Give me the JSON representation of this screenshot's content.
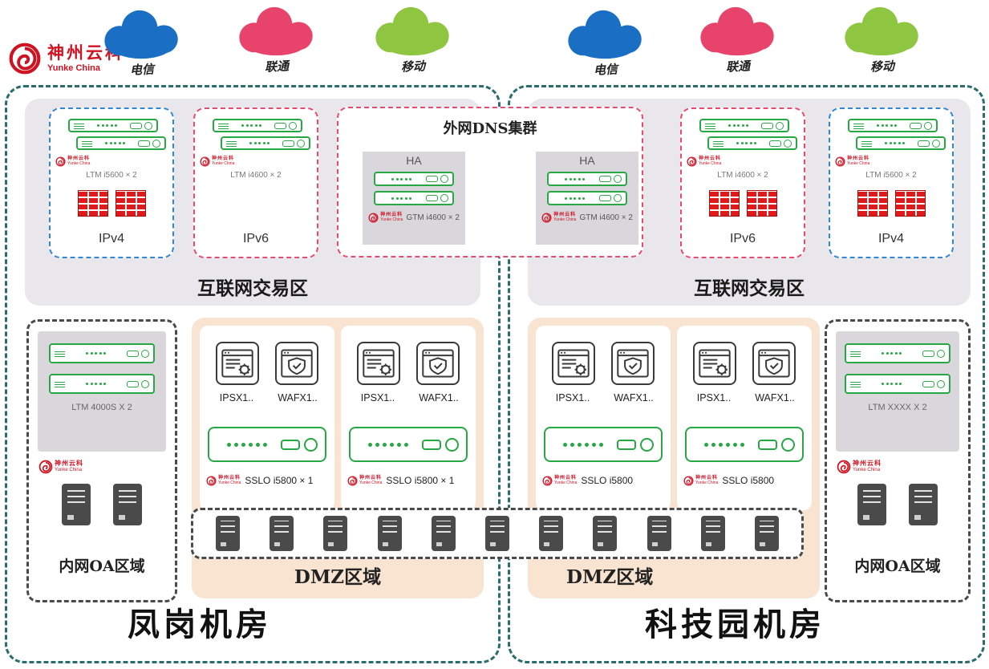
{
  "brand": {
    "name": "神州云科",
    "subtitle": "Yunke China"
  },
  "clouds": [
    {
      "label": "电信",
      "color": "#1a6fc4"
    },
    {
      "label": "联通",
      "color": "#e8436b"
    },
    {
      "label": "移动",
      "color": "#8fc641"
    },
    {
      "label": "电信",
      "color": "#1a6fc4"
    },
    {
      "label": "联通",
      "color": "#e8436b"
    },
    {
      "label": "移动",
      "color": "#8fc641"
    }
  ],
  "dns_cluster": {
    "title": "外网DNS集群",
    "ha": [
      {
        "label": "HA",
        "device_label": "GTM i4600 × 2"
      },
      {
        "label": "HA",
        "device_label": "GTM i4600 × 2"
      }
    ]
  },
  "datacenters": [
    {
      "name": "凤岗机房",
      "internet_zone_title": "互联网交易区",
      "boxes": [
        {
          "label": "IPv4",
          "device_label": "LTM i5600 × 2"
        },
        {
          "label": "IPv6",
          "device_label": "LTM i4600 × 2"
        }
      ],
      "oa_zone": {
        "title": "内网OA区域",
        "device_label": "LTM 4000S X 2"
      },
      "dmz": {
        "title": "DMZ区域",
        "stacks": [
          {
            "ips": "IPSX1..",
            "waf": "WAFX1..",
            "sslo": "SSLO i5800 × 1"
          },
          {
            "ips": "IPSX1..",
            "waf": "WAFX1..",
            "sslo": "SSLO i5800 × 1"
          }
        ]
      }
    },
    {
      "name": "科技园机房",
      "internet_zone_title": "互联网交易区",
      "boxes": [
        {
          "label": "IPv6",
          "device_label": "LTM i4600 × 2"
        },
        {
          "label": "IPv4",
          "device_label": "LTM i5600 × 2"
        }
      ],
      "oa_zone": {
        "title": "内网OA区域",
        "device_label": "LTM XXXX X 2"
      },
      "dmz": {
        "title": "DMZ区域",
        "stacks": [
          {
            "ips": "IPSX1..",
            "waf": "WAFX1..",
            "sslo": "SSLO i5800"
          },
          {
            "ips": "IPSX1..",
            "waf": "WAFX1..",
            "sslo": "SSLO i5800"
          }
        ]
      }
    }
  ],
  "server_row": {
    "server_count": 11
  },
  "colors": {
    "region_border": "#2b6d6d",
    "ipv4_border": "#2f86d8",
    "ipv6_border": "#e84a6f",
    "device_green": "#28a745",
    "dmz_background": "#f9e4d1",
    "zone_background": "#e9e7ec",
    "brand_red": "#cf1322"
  }
}
